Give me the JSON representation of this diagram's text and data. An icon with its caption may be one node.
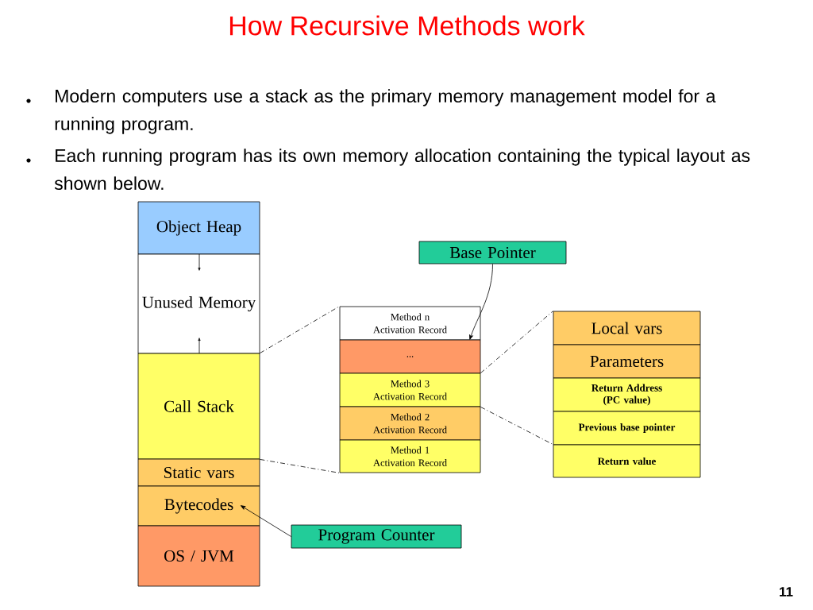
{
  "diagram": {
    "title": "How Recursive Methods work",
    "nodes": [
      {
        "text": [
          "Object Heap"
        ]
      },
      {
        "text": [
          "Unused Memory"
        ]
      },
      {
        "text": [
          "Call Stack"
        ]
      },
      {
        "text": [
          "Static vars"
        ]
      },
      {
        "text": [
          "Bytecodes"
        ]
      },
      {
        "text": [
          "OS / JVM"
        ]
      },
      {
        "text": [
          "Base Pointer"
        ]
      },
      {
        "text": [
          "Method n Activation Record"
        ]
      },
      {
        "text": [
          "..."
        ]
      },
      {
        "text": [
          "Method 3 Activation Record"
        ]
      },
      {
        "text": [
          "Method 2 Activation Record"
        ]
      },
      {
        "text": [
          "Method 1 Activation Record"
        ]
      },
      {
        "text": [
          "Local vars"
        ]
      },
      {
        "text": [
          "Parameters"
        ]
      },
      {
        "text": [
          "Return Address (PC value)"
        ]
      },
      {
        "text": [
          "Previous base pointer"
        ]
      },
      {
        "text": [
          "Return value"
        ]
      },
      {
        "text": [
          "Program Counter"
        ]
      }
    ],
    "edges": [
      {
        "from": 6,
        "to": 7,
        "arrow": "to"
      },
      {
        "from": 17,
        "to": 4,
        "arrow": "to"
      },
      {
        "from": 2,
        "to": 7,
        "arrow": "none",
        "style": "dashed"
      },
      {
        "from": 2,
        "to": 11,
        "arrow": "none",
        "style": "dashed"
      },
      {
        "from": 9,
        "to": 12,
        "arrow": "none",
        "style": "dashed"
      },
      {
        "from": 9,
        "to": 16,
        "arrow": "none",
        "style": "dashed"
      }
    ],
    "labels": [
      "Modern computers use a stack as the primary memory management model for a running program.",
      "Each running program has its own memory allocation containing the typical layout as shown below.",
      "11"
    ]
  }
}
